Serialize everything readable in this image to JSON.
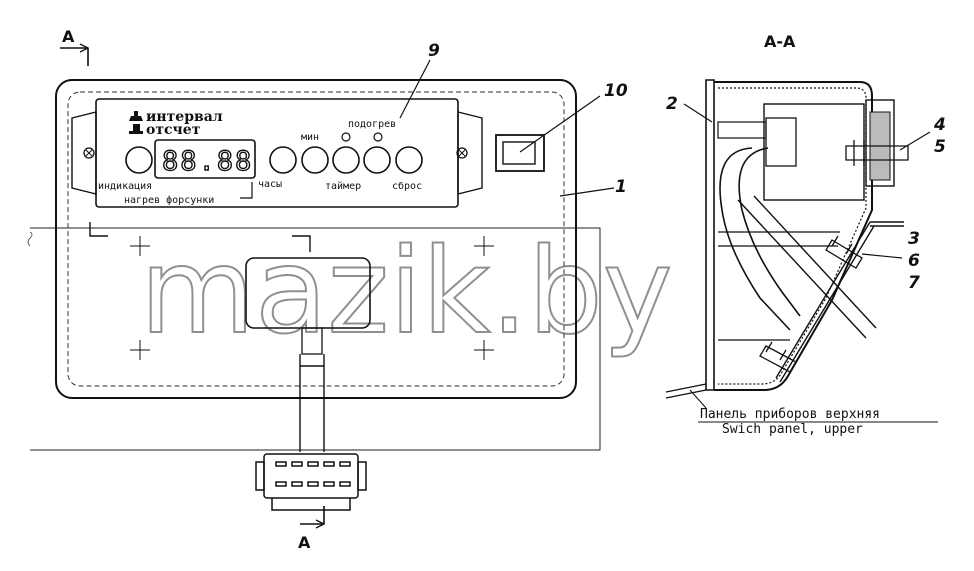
{
  "section_labels": {
    "top": "A",
    "bottom": "A",
    "view": "A-A"
  },
  "panel": {
    "brand_line1": "интервал",
    "brand_line2": "отсчет",
    "display_value": "88.88",
    "labels": {
      "indication": "индикация",
      "heating_injector": "нагрев форсунки",
      "clock": "часы",
      "min": "мин",
      "timer": "таймер",
      "reset": "сброс",
      "preheat": "подогрев"
    }
  },
  "callouts": [
    "1",
    "2",
    "3",
    "4",
    "5",
    "6",
    "7",
    "9",
    "10"
  ],
  "caption": {
    "ru": "Панель приборов верхняя",
    "en": "Swich panel, upper"
  },
  "watermark": "mazik.by"
}
